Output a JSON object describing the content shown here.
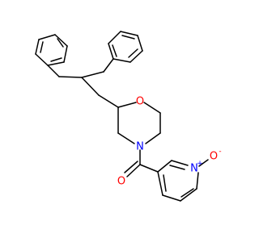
{
  "colors": {
    "background": "#ffffff",
    "bond": "#000000",
    "oxygen": "#ff0000",
    "nitrogen": "#0000ff"
  },
  "atoms": {
    "morpholine_oxygen": {
      "symbol": "O",
      "element": "oxygen"
    },
    "morpholine_nitrogen": {
      "symbol": "N",
      "element": "nitrogen"
    },
    "carbonyl_oxygen": {
      "symbol": "O",
      "element": "oxygen"
    },
    "pyridine_nitrogen": {
      "symbol": "N",
      "element": "nitrogen",
      "charge": "+"
    },
    "n_oxide_oxygen": {
      "symbol": "O",
      "element": "oxygen",
      "charge": "-"
    }
  }
}
